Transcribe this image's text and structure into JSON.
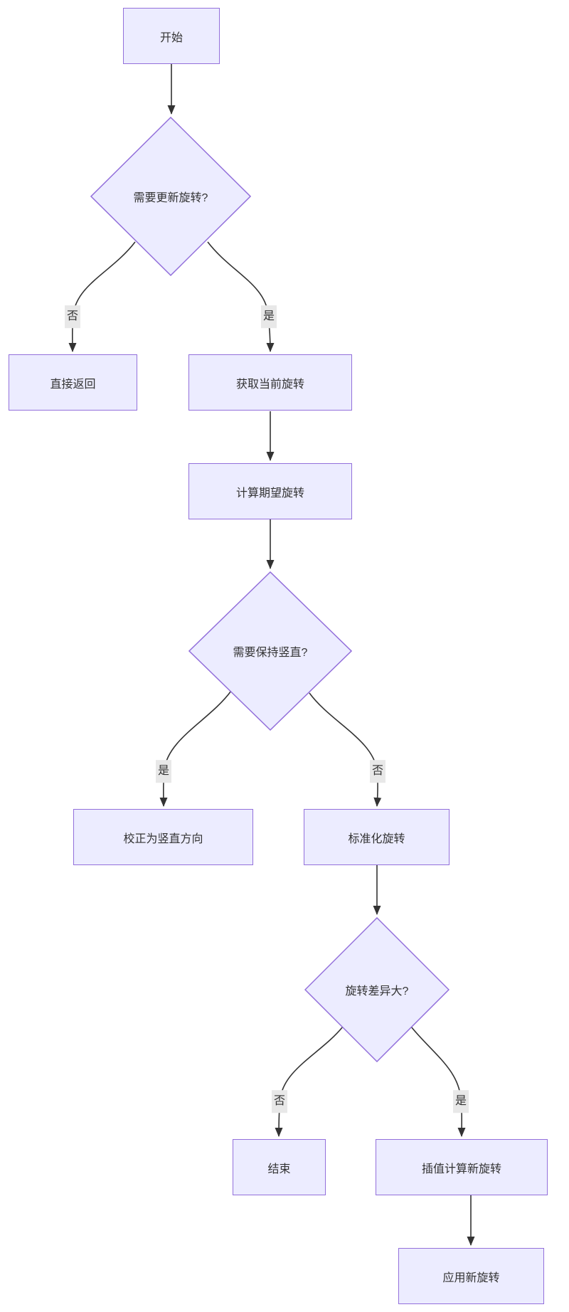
{
  "diagram": {
    "type": "flowchart",
    "direction": "top-down",
    "nodes": {
      "start": {
        "label": "开始",
        "shape": "rect"
      },
      "need_update": {
        "label": "需要更新旋转?",
        "shape": "diamond"
      },
      "direct_return": {
        "label": "直接返回",
        "shape": "rect"
      },
      "get_current": {
        "label": "获取当前旋转",
        "shape": "rect"
      },
      "calc_expected": {
        "label": "计算期望旋转",
        "shape": "rect"
      },
      "keep_upright": {
        "label": "需要保持竖直?",
        "shape": "diamond"
      },
      "correct_upright": {
        "label": "校正为竖直方向",
        "shape": "rect"
      },
      "normalize": {
        "label": "标准化旋转",
        "shape": "rect"
      },
      "diff_large": {
        "label": "旋转差异大?",
        "shape": "diamond"
      },
      "end": {
        "label": "结束",
        "shape": "rect"
      },
      "interpolate": {
        "label": "插值计算新旋转",
        "shape": "rect"
      },
      "apply": {
        "label": "应用新旋转",
        "shape": "rect"
      }
    },
    "edges": [
      {
        "from": "start",
        "to": "need_update",
        "label": ""
      },
      {
        "from": "need_update",
        "to": "direct_return",
        "label": "否"
      },
      {
        "from": "need_update",
        "to": "get_current",
        "label": "是"
      },
      {
        "from": "get_current",
        "to": "calc_expected",
        "label": ""
      },
      {
        "from": "calc_expected",
        "to": "keep_upright",
        "label": ""
      },
      {
        "from": "keep_upright",
        "to": "correct_upright",
        "label": "是"
      },
      {
        "from": "keep_upright",
        "to": "normalize",
        "label": "否"
      },
      {
        "from": "normalize",
        "to": "diff_large",
        "label": ""
      },
      {
        "from": "diff_large",
        "to": "end",
        "label": "否"
      },
      {
        "from": "diff_large",
        "to": "interpolate",
        "label": "是"
      },
      {
        "from": "interpolate",
        "to": "apply",
        "label": ""
      }
    ],
    "colors": {
      "node_fill": "#ECECFF",
      "node_border": "#9370DB",
      "edge_stroke": "#333333",
      "edge_label_bg": "#e8e8e8",
      "text": "#333333",
      "background": "#ffffff"
    }
  }
}
